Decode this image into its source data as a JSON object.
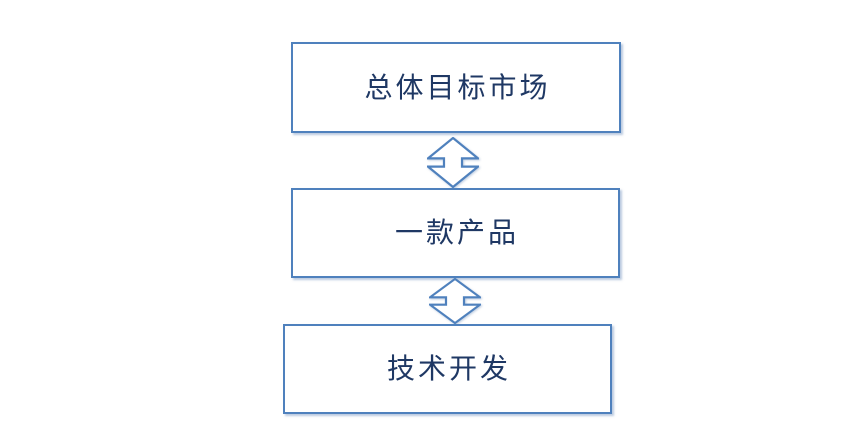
{
  "diagram": {
    "nodes": [
      {
        "label": "总体目标市场"
      },
      {
        "label": "一款产品"
      },
      {
        "label": "技术开发"
      }
    ],
    "connectors": [
      {
        "type": "double-headed-vertical-arrow",
        "between": [
          "总体目标市场",
          "一款产品"
        ]
      },
      {
        "type": "double-headed-vertical-arrow",
        "between": [
          "一款产品",
          "技术开发"
        ]
      }
    ],
    "colors": {
      "shape_border": "#4F81BD",
      "text": "#1F3864",
      "background": "#FFFFFF"
    }
  }
}
